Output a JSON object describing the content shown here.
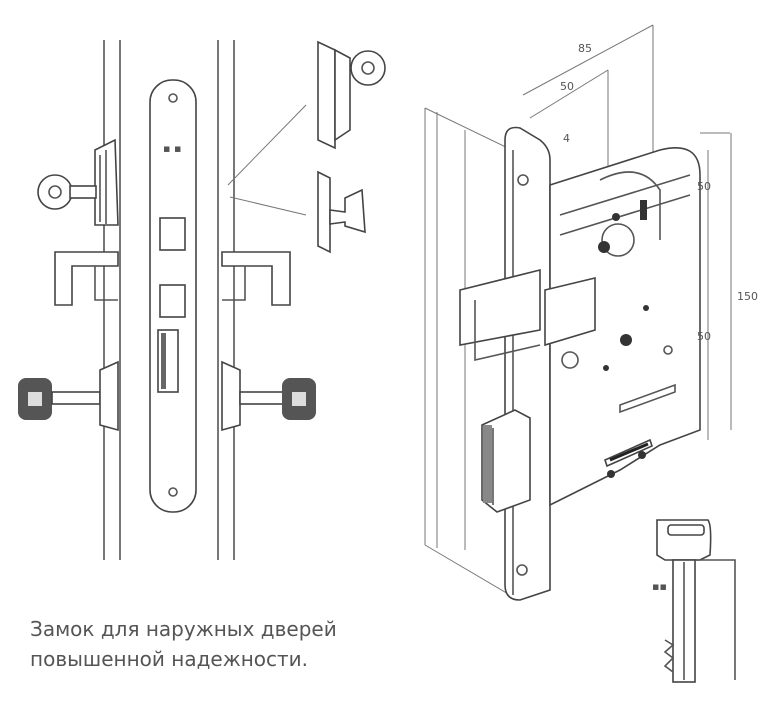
{
  "caption": {
    "line1": "Замок для наружных дверей",
    "line2": "повышенной надежности."
  },
  "dimensions": {
    "top_outer": "85",
    "top_inner": "50",
    "faceplate_offset": "4",
    "right_upper": "50",
    "right_total": "150",
    "right_lower": "50"
  },
  "colors": {
    "line": "#555555",
    "background": "#ffffff"
  }
}
